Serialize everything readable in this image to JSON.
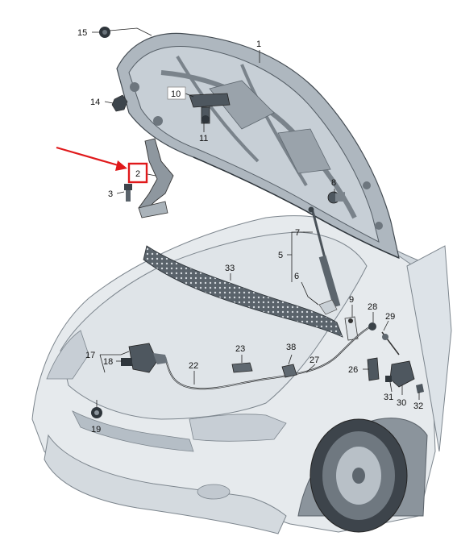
{
  "diagram": {
    "callouts": [
      {
        "id": "1",
        "text": "1"
      },
      {
        "id": "2",
        "text": "2"
      },
      {
        "id": "3",
        "text": "3"
      },
      {
        "id": "5",
        "text": "5"
      },
      {
        "id": "6",
        "text": "6"
      },
      {
        "id": "7",
        "text": "7"
      },
      {
        "id": "8",
        "text": "8"
      },
      {
        "id": "9",
        "text": "9"
      },
      {
        "id": "10",
        "text": "10"
      },
      {
        "id": "11",
        "text": "11"
      },
      {
        "id": "14",
        "text": "14"
      },
      {
        "id": "15",
        "text": "15"
      },
      {
        "id": "17",
        "text": "17"
      },
      {
        "id": "18",
        "text": "18"
      },
      {
        "id": "19",
        "text": "19"
      },
      {
        "id": "22",
        "text": "22"
      },
      {
        "id": "23",
        "text": "23"
      },
      {
        "id": "26",
        "text": "26"
      },
      {
        "id": "27",
        "text": "27"
      },
      {
        "id": "28",
        "text": "28"
      },
      {
        "id": "29",
        "text": "29"
      },
      {
        "id": "30",
        "text": "30"
      },
      {
        "id": "31",
        "text": "31"
      },
      {
        "id": "32",
        "text": "32"
      },
      {
        "id": "33",
        "text": "33"
      },
      {
        "id": "38",
        "text": "38"
      }
    ],
    "highlight_color": "#e0191b",
    "line_color": "#1a1a1a",
    "fill_light": "#e9ecef",
    "fill_mid": "#c9d0d6",
    "fill_dark": "#5f6870"
  }
}
